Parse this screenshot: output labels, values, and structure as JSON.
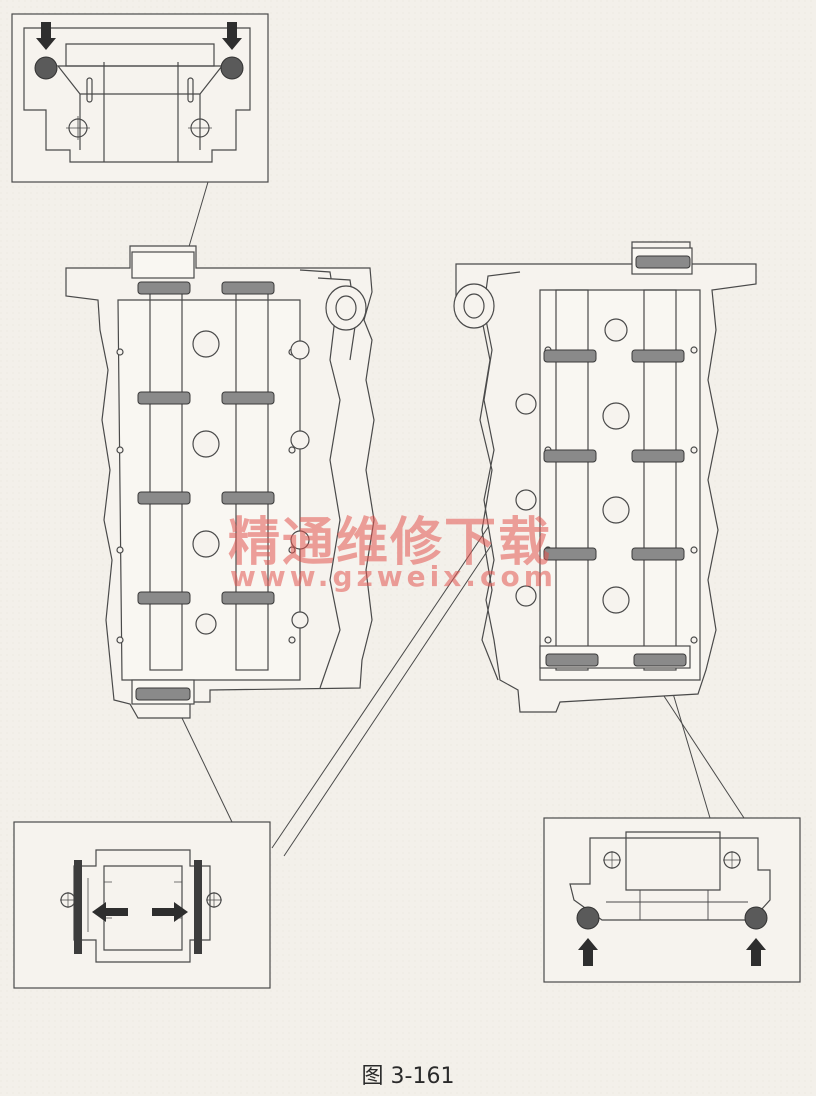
{
  "figure": {
    "caption": "图 3-161",
    "watermark": {
      "text_cn": "精通维修下载",
      "url": "www.gzweix.com",
      "color": "#e25650"
    },
    "line_color": "#4a4a4a",
    "fill_color": "#f6f3ee",
    "marker_color": "#555555"
  }
}
